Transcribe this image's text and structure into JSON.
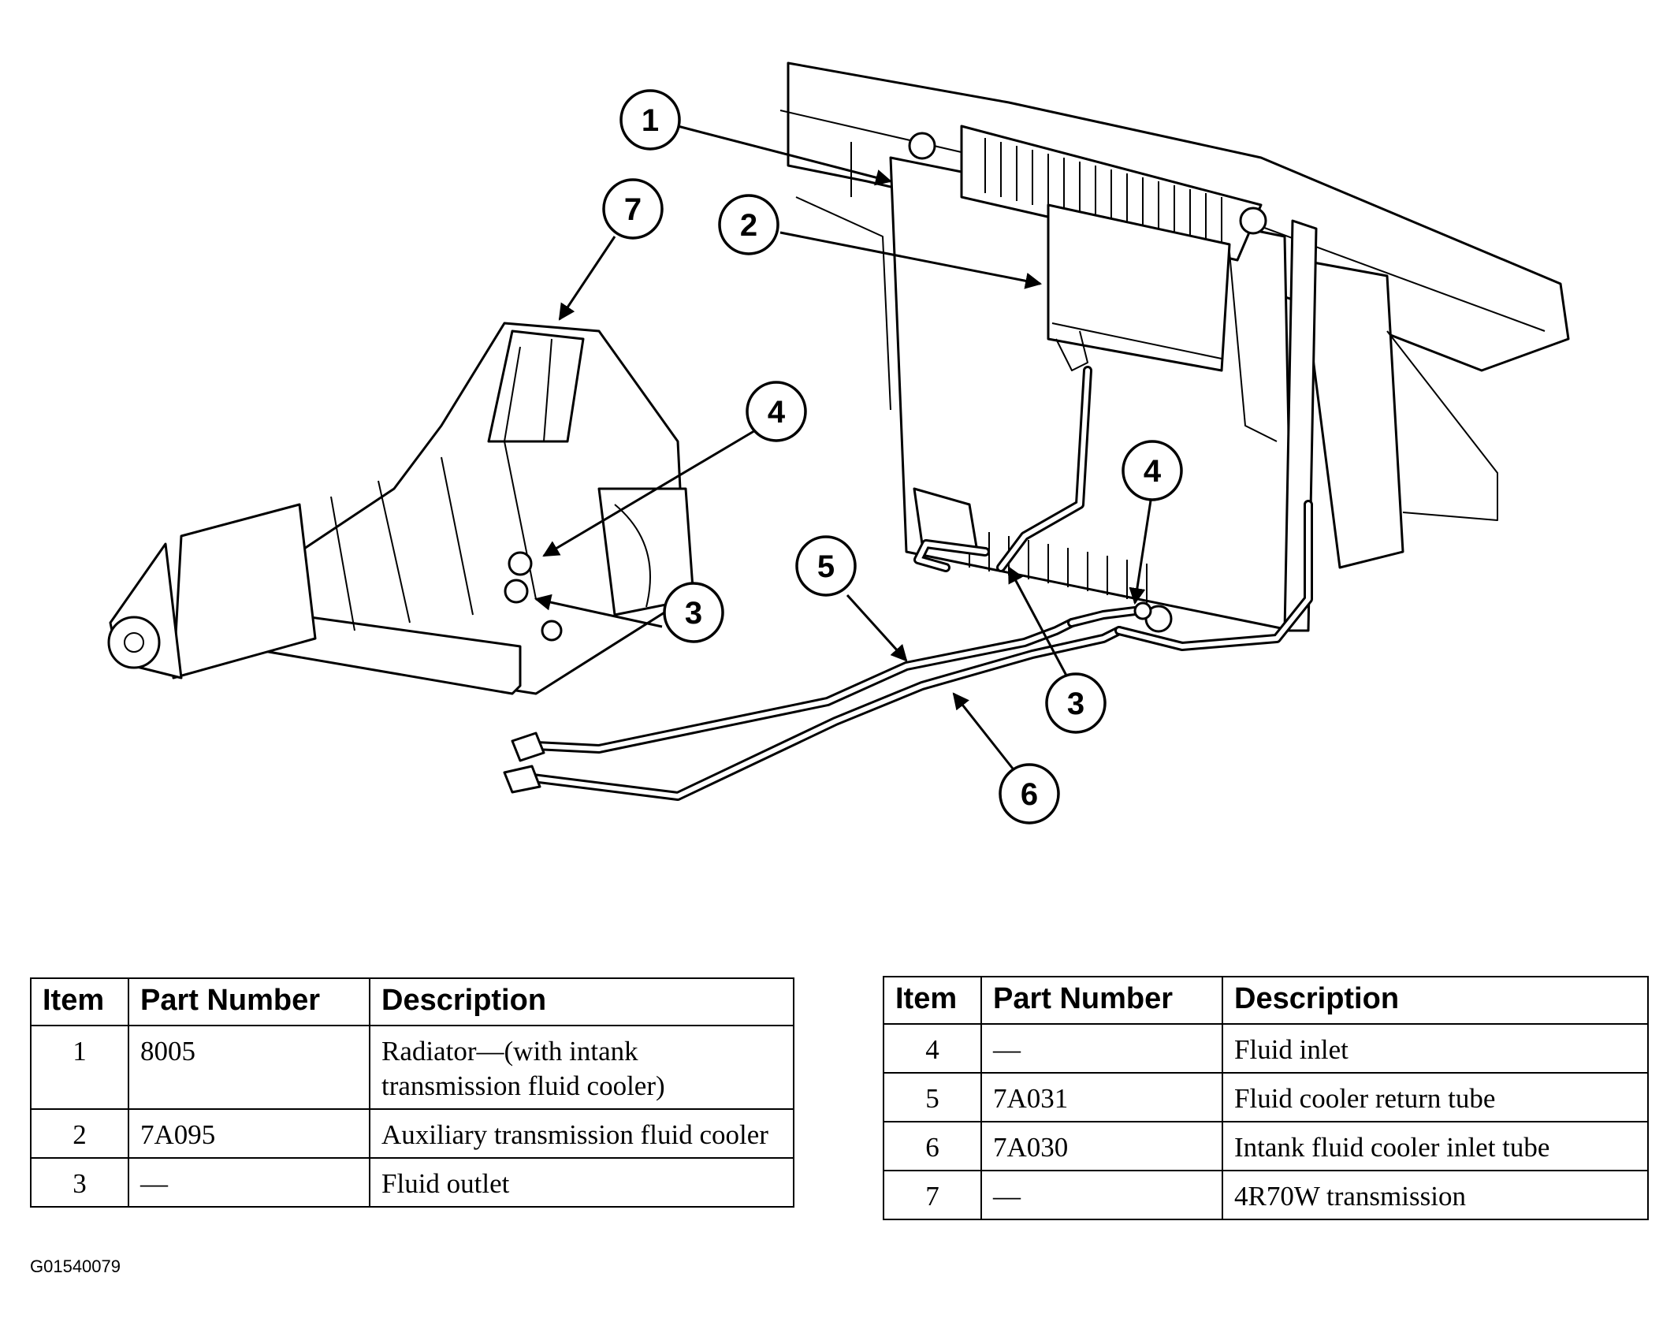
{
  "callouts": [
    "1",
    "2",
    "3",
    "4",
    "5",
    "6",
    "7"
  ],
  "tables": {
    "headers": {
      "item": "Item",
      "part_number": "Part Number",
      "description": "Description"
    },
    "left": [
      {
        "item": "1",
        "part_number": "8005",
        "description": "Radiator—(with intank transmission fluid cooler)"
      },
      {
        "item": "2",
        "part_number": "7A095",
        "description": "Auxiliary transmission fluid cooler"
      },
      {
        "item": "3",
        "part_number": "—",
        "description": "Fluid outlet"
      }
    ],
    "right": [
      {
        "item": "4",
        "part_number": "—",
        "description": "Fluid inlet"
      },
      {
        "item": "5",
        "part_number": "7A031",
        "description": "Fluid cooler return tube"
      },
      {
        "item": "6",
        "part_number": "7A030",
        "description": "Intank fluid cooler inlet tube"
      },
      {
        "item": "7",
        "part_number": "—",
        "description": "4R70W transmission"
      }
    ]
  },
  "figure_code": "G01540079"
}
